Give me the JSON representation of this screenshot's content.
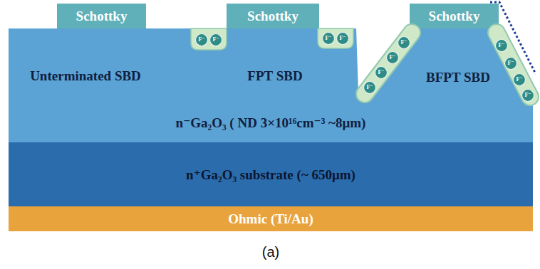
{
  "diagram": {
    "nodes": [
      {
        "text": [
          "Schottky"
        ]
      },
      {
        "text": [
          "Schottky"
        ]
      },
      {
        "text": [
          "Schottky"
        ]
      },
      {
        "text": [
          "n⁻Ga₂O₃ ( ND 3×10¹⁶cm⁻³ ~8μm)"
        ]
      },
      {
        "text": [
          "n⁺Ga₂O₃ substrate (~ 650μm)"
        ]
      },
      {
        "text": [
          "Ohmic (Ti/Au)"
        ]
      }
    ],
    "labels": [
      "Unterminated SBD",
      "FPT SBD",
      "BFPT SBD",
      "(a)",
      "F⁻",
      "F⁻",
      "F⁻",
      "F⁻",
      "F⁻",
      "F⁻",
      "F⁻",
      "F⁻",
      "F⁻",
      "F⁻",
      "F⁻",
      "F⁻"
    ]
  }
}
